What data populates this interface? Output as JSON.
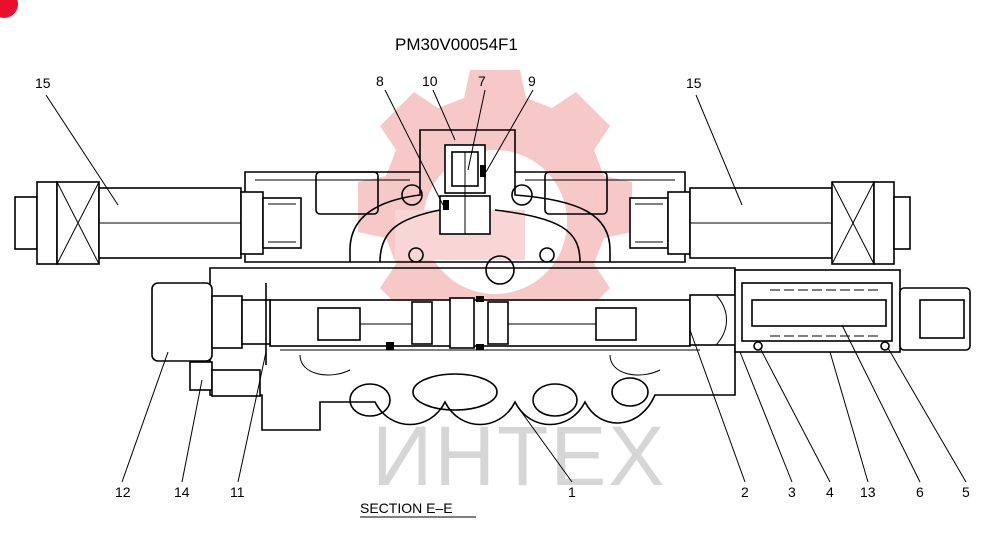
{
  "drawing": {
    "part_number": "PM30V00054F1",
    "section_label": "SECTION  E–E",
    "watermark_text": "ИНТЕХ"
  },
  "callouts": {
    "c1": "1",
    "c2": "2",
    "c3": "3",
    "c4": "4",
    "c5": "5",
    "c6": "6",
    "c7": "7",
    "c8": "8",
    "c9": "9",
    "c10": "10",
    "c11": "11",
    "c12": "12",
    "c13": "13",
    "c14": "14",
    "c15_left": "15",
    "c15_right": "15"
  },
  "colors": {
    "line": "#000000",
    "watermark_gear": "#f4b6b6",
    "watermark_text": "#d6d6d6",
    "corner_badge": "#e8102a"
  }
}
